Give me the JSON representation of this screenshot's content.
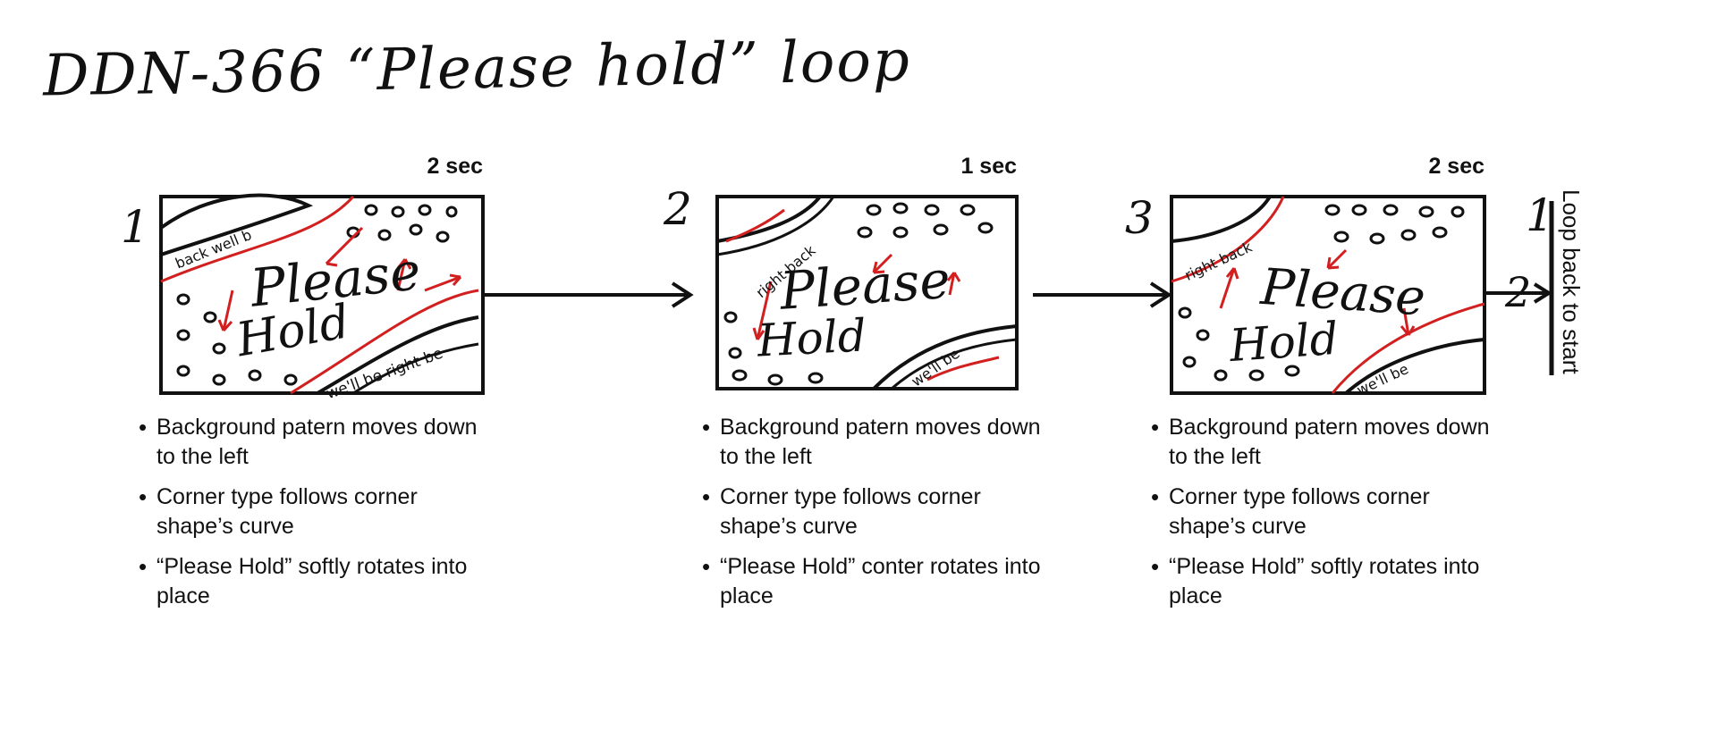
{
  "title": "DDN-366 “Please hold” loop",
  "frames": [
    {
      "number": "1",
      "duration": "2 sec",
      "sketch": {
        "main_text_1": "Please",
        "main_text_2": "Hold",
        "corner_text_1": "back well b",
        "corner_text_2": "we'll be right be"
      },
      "notes": [
        "Background patern moves down to the left",
        "Corner type follows corner shape’s curve",
        "“Please Hold” softly rotates into place"
      ]
    },
    {
      "number": "2",
      "duration": "1 sec",
      "sketch": {
        "main_text_1": "Please",
        "main_text_2": "Hold",
        "corner_text_1": "right back",
        "corner_text_2": "we'll be"
      },
      "notes": [
        "Background patern moves down to the left",
        "Corner type follows corner shape’s curve",
        "“Please Hold” conter rotates into place"
      ]
    },
    {
      "number": "3",
      "duration": "2 sec",
      "sketch": {
        "main_text_1": "Please",
        "main_text_2": "Hold",
        "corner_text_1": "right back",
        "corner_text_2": "we'll be"
      },
      "notes": [
        "Background patern moves down to the left",
        "Corner type follows corner shape’s curve",
        "“Please Hold” softly rotates into place"
      ]
    }
  ],
  "loop": {
    "label": "Loop back to start",
    "target_number": "1",
    "arrow_label": "2"
  },
  "colors": {
    "ink": "#111111",
    "accent": "#d21f1f"
  }
}
